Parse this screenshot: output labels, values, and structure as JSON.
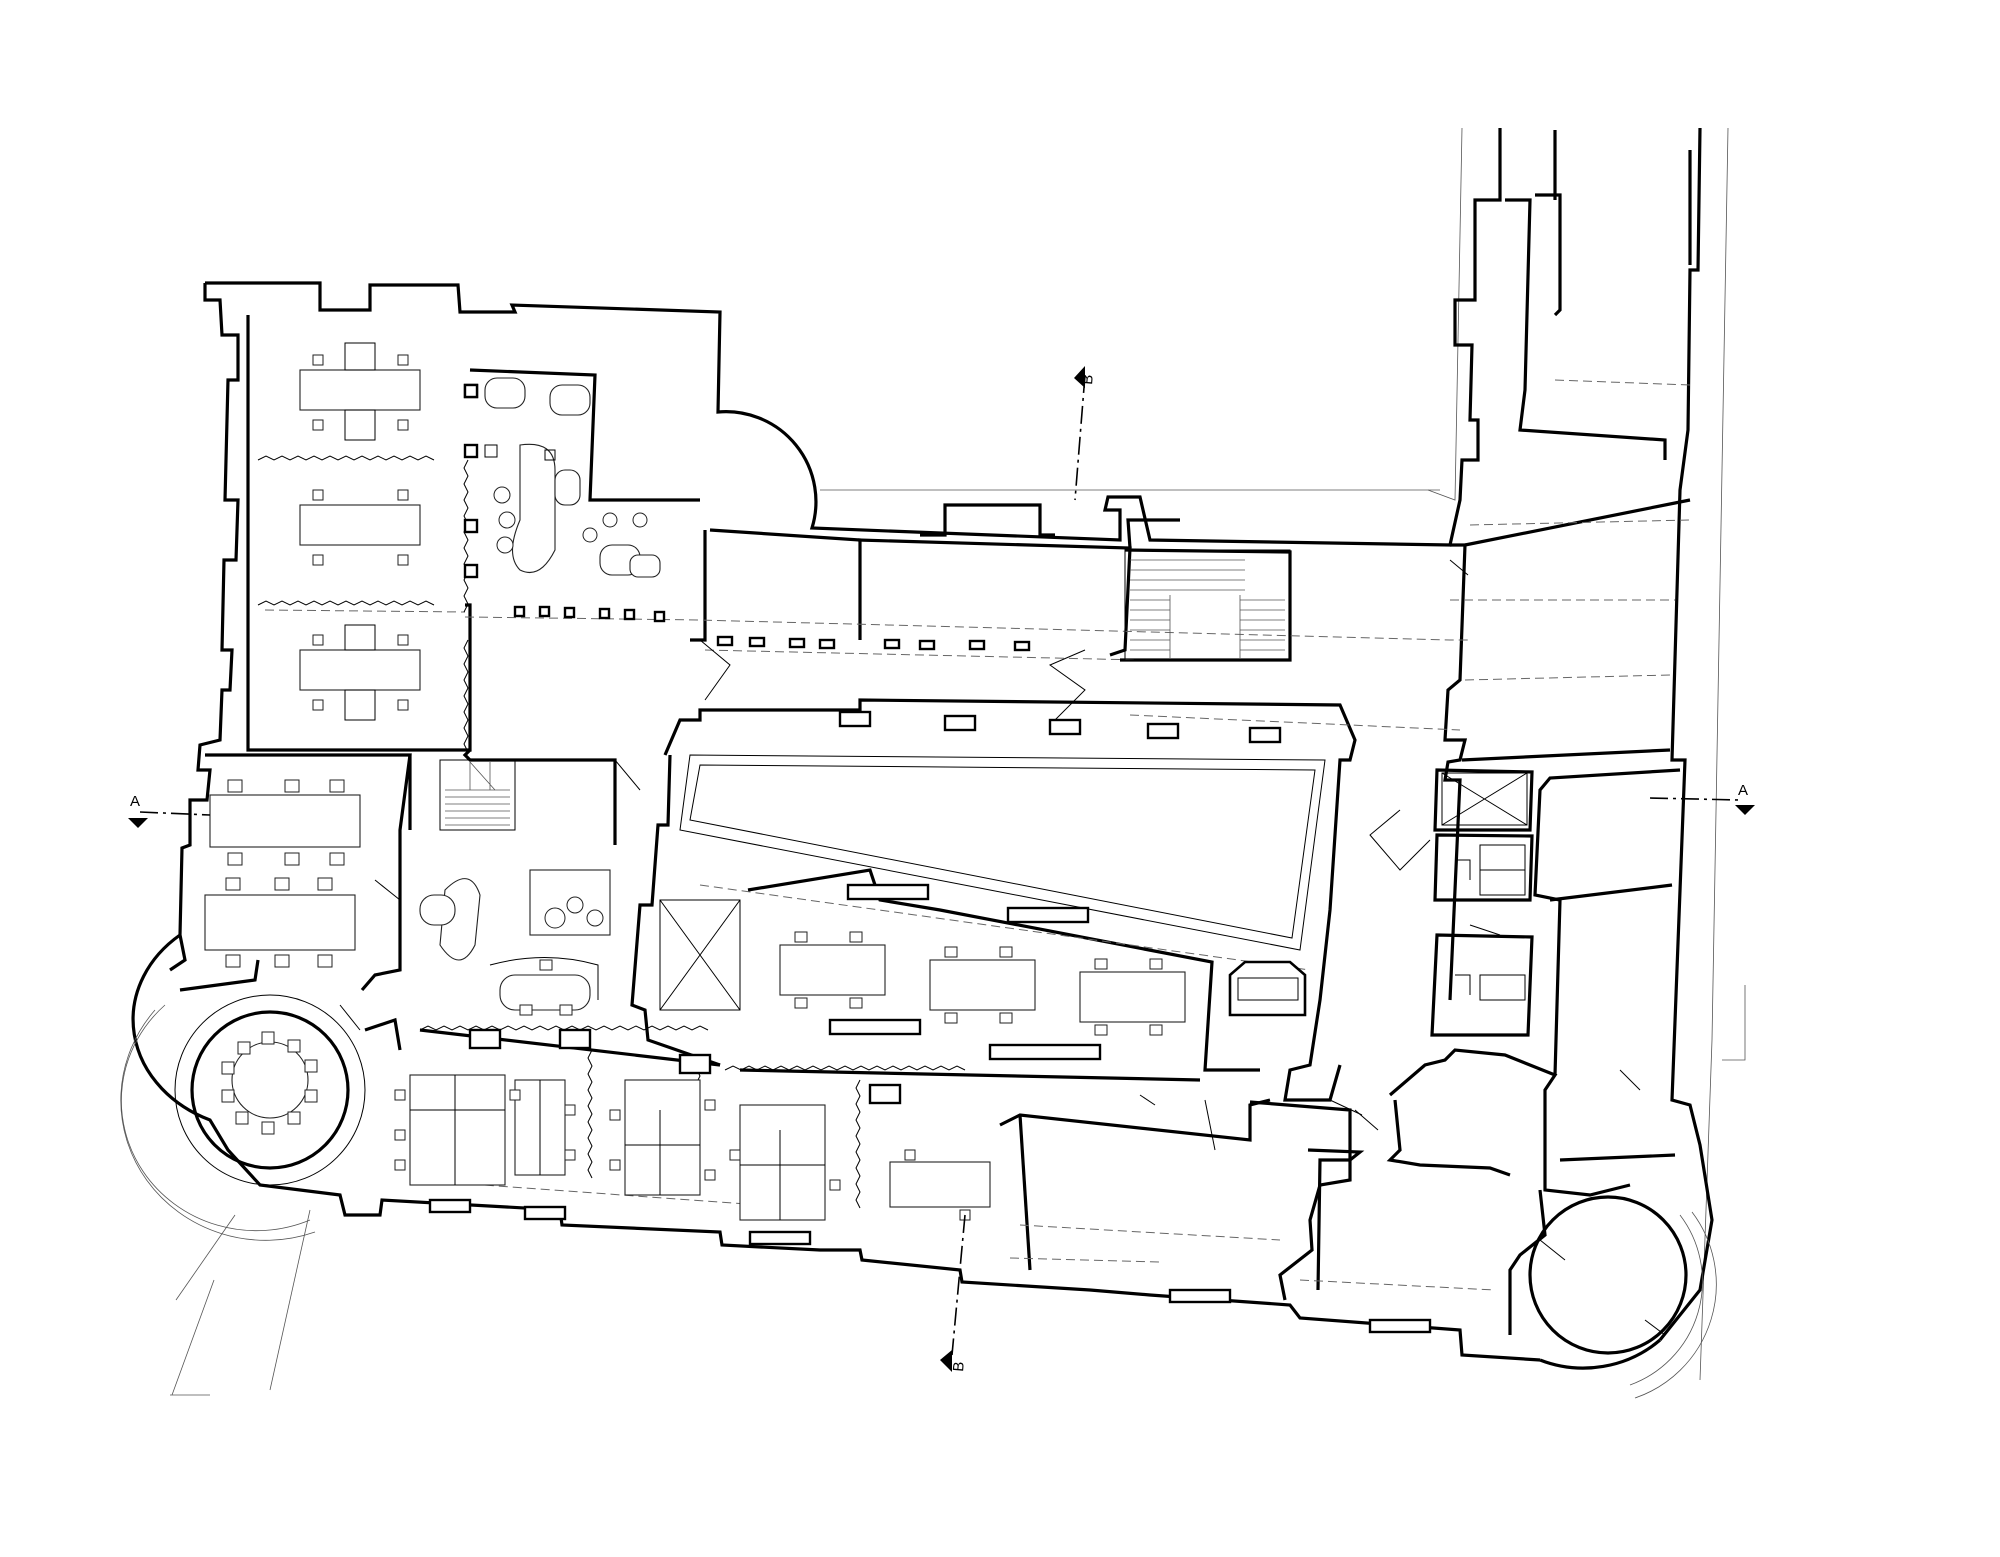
{
  "drawing": {
    "type": "architectural floor plan",
    "section_markers": [
      {
        "id": "section-a-west",
        "label": "A"
      },
      {
        "id": "section-a-east",
        "label": "A"
      },
      {
        "id": "section-b-north",
        "label": "B"
      },
      {
        "id": "section-b-south",
        "label": "B"
      }
    ]
  },
  "style": {
    "line_color": "#000000",
    "background": "#ffffff"
  }
}
